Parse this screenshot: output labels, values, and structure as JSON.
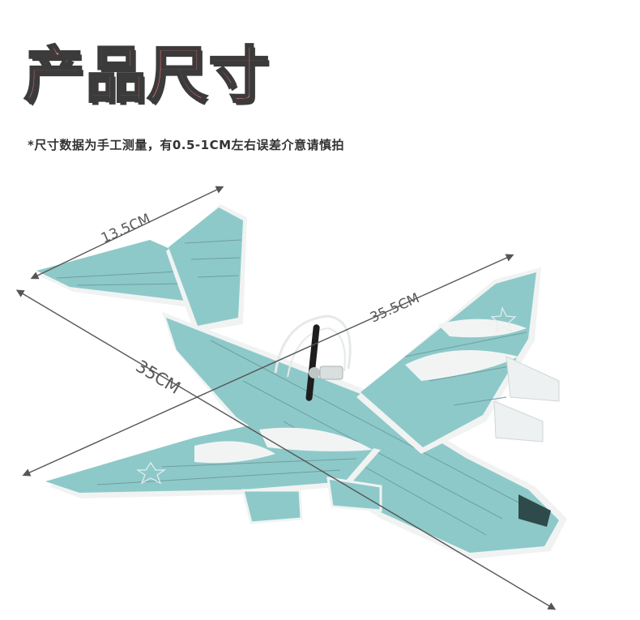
{
  "heading": {
    "title": "产品尺寸",
    "note": "*尺寸数据为手工测量，有0.5-1CM左右误差介意请慎拍"
  },
  "dimensions": {
    "tail_span": "13.5CM",
    "wingspan": "35.5CM",
    "length": "35CM"
  },
  "colors": {
    "title_fill": "#ee7074",
    "foam_blue": "#8ec9c9",
    "foam_edge": "#f2f4f4"
  },
  "icons": {
    "star_mark": "star-insignia-icon",
    "propeller": "propeller-icon"
  }
}
